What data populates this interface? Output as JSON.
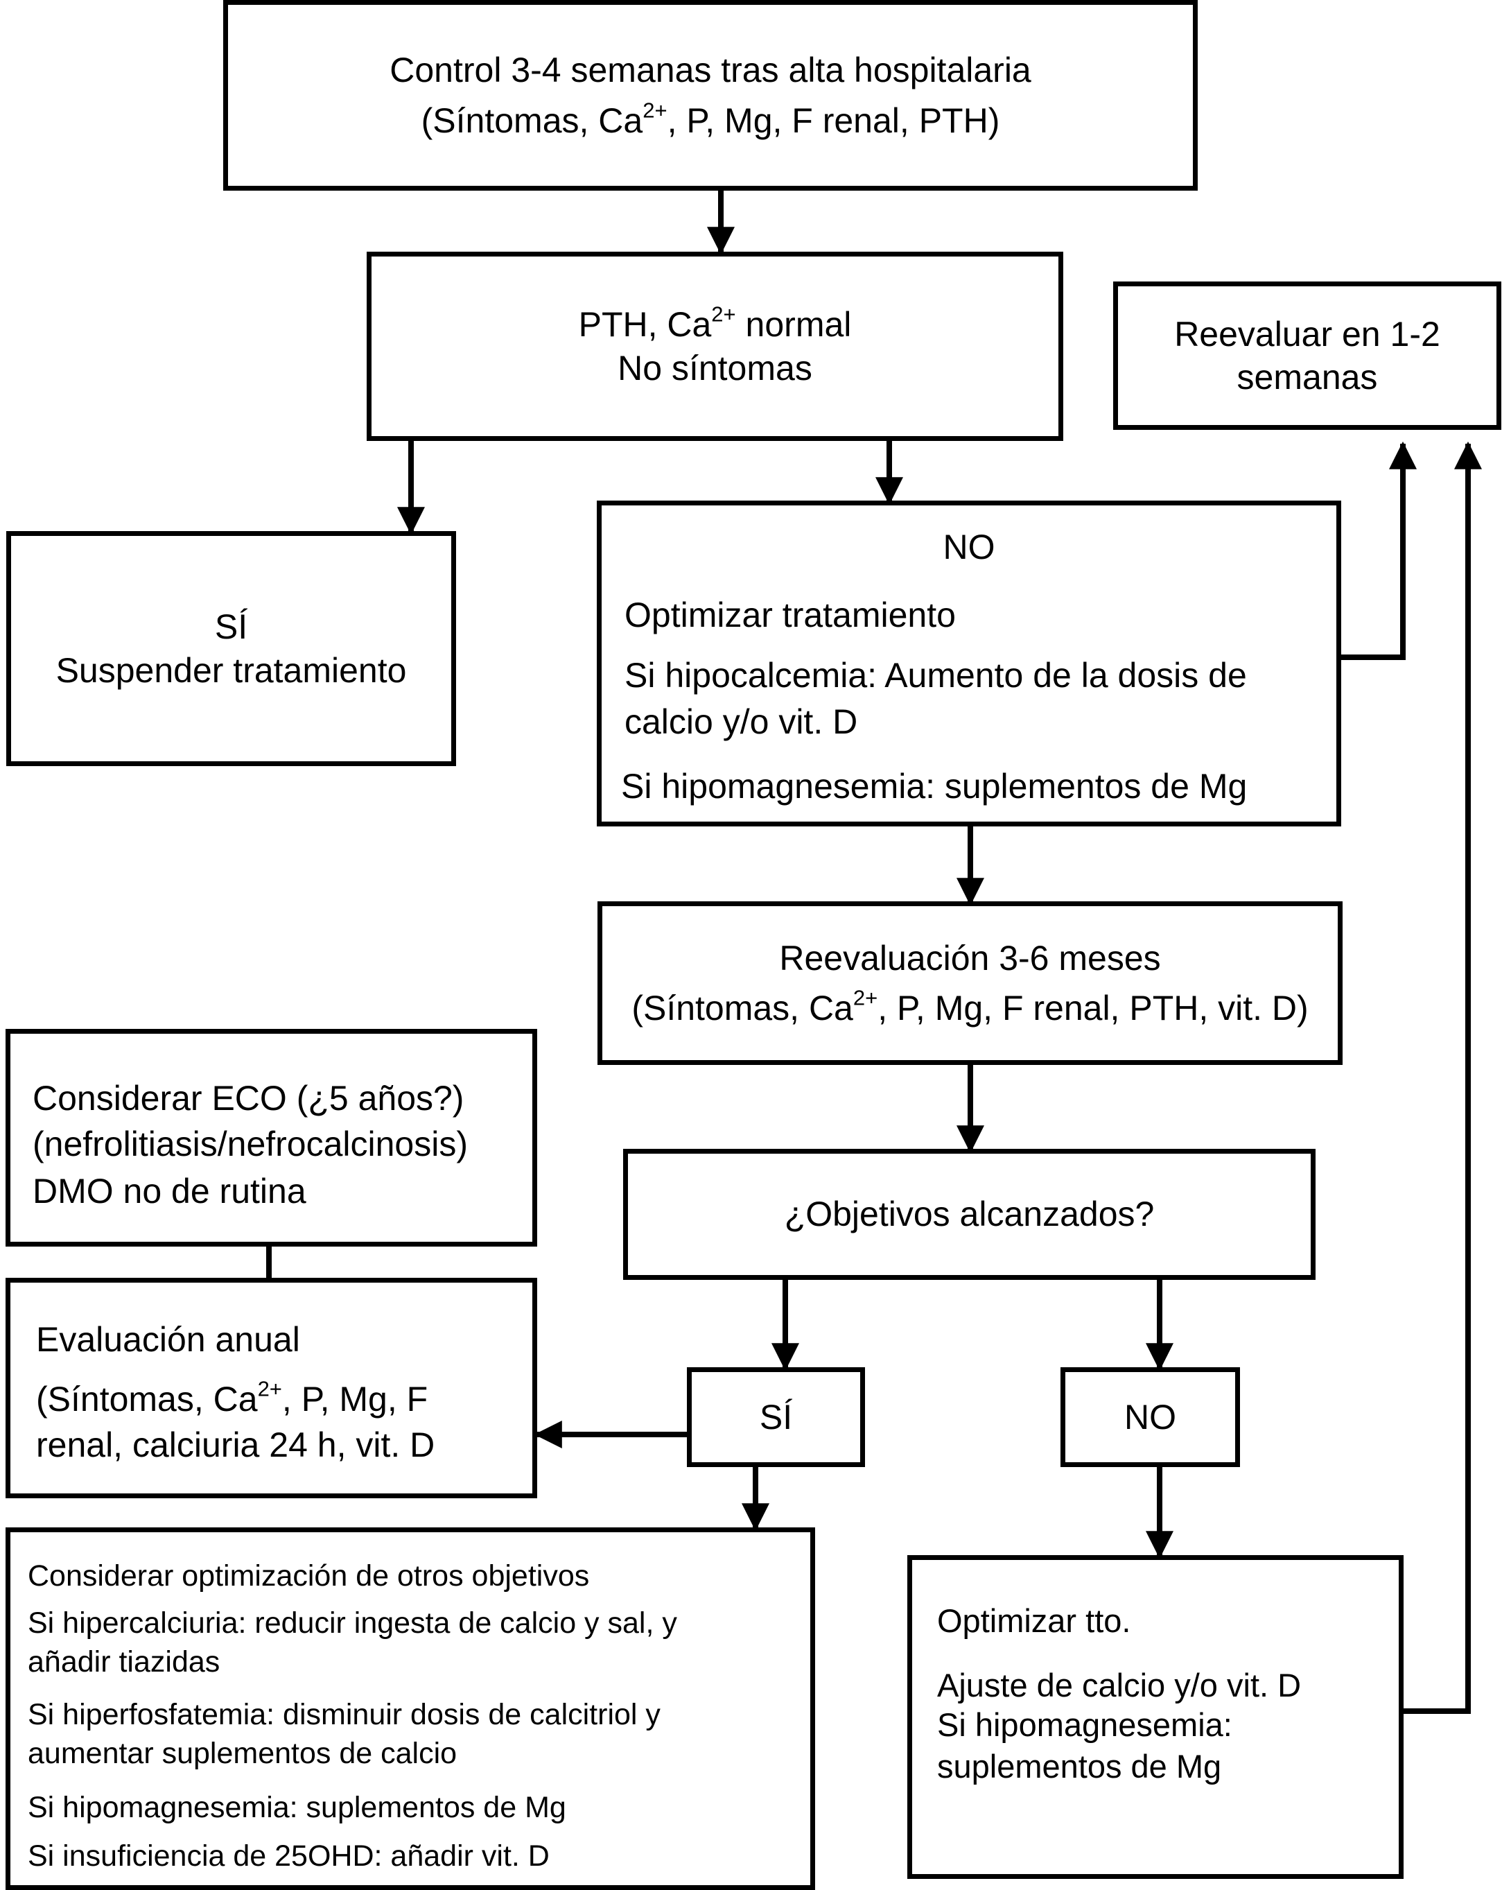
{
  "nodes": {
    "control": {
      "line1": "Control 3-4 semanas tras alta hospitalaria",
      "line2_pre": "(Síntomas, Ca",
      "line2_sup": "2+",
      "line2_post": ", P, Mg, F renal, PTH)"
    },
    "pth_normal": {
      "line1_pre": "PTH, Ca",
      "line1_sup": "2+",
      "line1_post": " normal",
      "line2": "No síntomas"
    },
    "reevaluar": {
      "line1": "Reevaluar en 1-2",
      "line2": "semanas"
    },
    "si_suspender": {
      "line1": "SÍ",
      "line2": "Suspender tratamiento"
    },
    "no_optimizar": {
      "title": "NO",
      "line1": "Optimizar tratamiento",
      "line2": "Si hipocalcemia: Aumento de la dosis de",
      "line3": "calcio y/o vit. D",
      "line4": "Si hipomagnesemia: suplementos de Mg"
    },
    "reevaluacion": {
      "line1": "Reevaluación 3-6 meses",
      "line2_pre": "(Síntomas, Ca",
      "line2_sup": "2+",
      "line2_post": ", P, Mg, F renal, PTH, vit. D)"
    },
    "eco": {
      "line1": "Considerar ECO (¿5 años?)",
      "line2": "(nefrolitiasis/nefrocalcinosis)",
      "line3": "DMO no de rutina"
    },
    "objetivos": {
      "line1": "¿Objetivos alcanzados?"
    },
    "evaluacion_anual": {
      "line1": "Evaluación anual",
      "line2_pre": "(Síntomas, Ca",
      "line2_sup": "2+",
      "line2_post": ", P, Mg, F",
      "line3": "renal, calciuria 24 h, vit. D"
    },
    "si": {
      "label": "SÍ"
    },
    "no": {
      "label": "NO"
    },
    "otros_objetivos": {
      "line1": "Considerar optimización de otros objetivos",
      "line2": "Si hipercalciuria: reducir ingesta de calcio y sal, y",
      "line3": "añadir tiazidas",
      "line4": "Si hiperfosfatemia: disminuir dosis de calcitriol y",
      "line5": "aumentar suplementos de calcio",
      "line6": "Si hipomagnesemia: suplementos de Mg",
      "line7": "Si insuficiencia de 25OHD: añadir vit. D"
    },
    "optimizar_tto": {
      "line1": "Optimizar tto.",
      "line2": "Ajuste de calcio y/o vit. D",
      "line3": "Si hipomagnesemia:",
      "line4": "suplementos de Mg"
    }
  },
  "colors": {
    "stroke": "#000000",
    "background": "#ffffff",
    "text": "#000000"
  }
}
